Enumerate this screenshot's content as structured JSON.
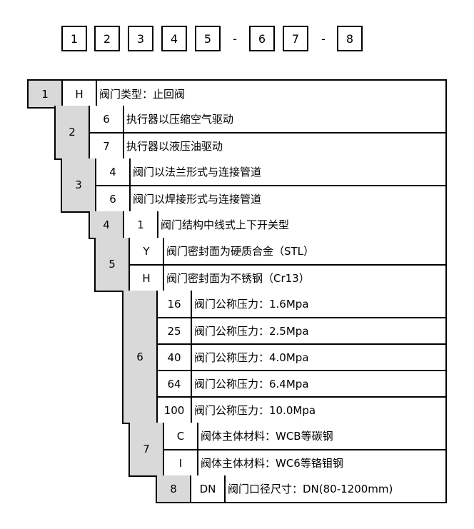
{
  "header": {
    "boxes": [
      "1",
      "2",
      "3",
      "4",
      "5",
      "6",
      "7",
      "8"
    ],
    "separator": "-"
  },
  "groups": [
    {
      "num": "1",
      "rows": [
        {
          "code": "H",
          "desc": "阀门类型：止回阀"
        }
      ]
    },
    {
      "num": "2",
      "rows": [
        {
          "code": "6",
          "desc": "执行器以压缩空气驱动"
        },
        {
          "code": "7",
          "desc": "执行器以液压油驱动"
        }
      ]
    },
    {
      "num": "3",
      "rows": [
        {
          "code": "4",
          "desc": "阀门以法兰形式与连接管道"
        },
        {
          "code": "6",
          "desc": "阀门以焊接形式与连接管道"
        }
      ]
    },
    {
      "num": "4",
      "rows": [
        {
          "code": "1",
          "desc": "阀门结构中线式上下开关型"
        }
      ]
    },
    {
      "num": "5",
      "rows": [
        {
          "code": "Y",
          "desc": "阀门密封面为硬质合金（STL）"
        },
        {
          "code": "H",
          "desc": "阀门密封面为不锈钢（Cr13）"
        }
      ]
    },
    {
      "num": "6",
      "rows": [
        {
          "code": "16",
          "desc": "阀门公称压力：1.6Mpa"
        },
        {
          "code": "25",
          "desc": "阀门公称压力：2.5Mpa"
        },
        {
          "code": "40",
          "desc": "阀门公称压力：4.0Mpa"
        },
        {
          "code": "64",
          "desc": "阀门公称压力：6.4Mpa"
        },
        {
          "code": "100",
          "desc": "阀门公称压力：10.0Mpa"
        }
      ]
    },
    {
      "num": "7",
      "rows": [
        {
          "code": "C",
          "desc": "阀体主体材料：WCB等碳钢"
        },
        {
          "code": "I",
          "desc": "阀体主体材料：WC6等铬钼钢"
        }
      ]
    },
    {
      "num": "8",
      "rows": [
        {
          "code": "DN",
          "desc": "阀门口径尺寸：DN(80-1200mm)"
        }
      ]
    }
  ]
}
